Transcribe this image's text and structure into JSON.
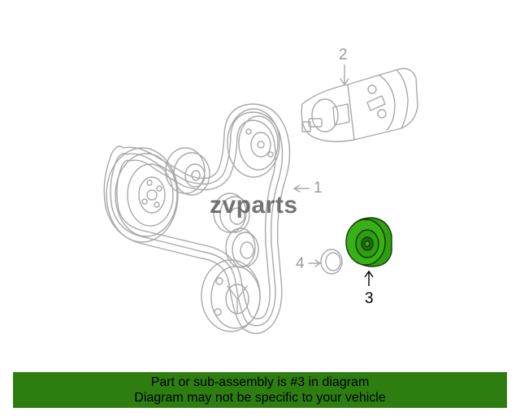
{
  "diagram": {
    "callouts": [
      "1",
      "2",
      "3",
      "4"
    ],
    "highlight_color": "#2e9e12",
    "line_color": "#9a9a9a"
  },
  "watermark": {
    "text": "zvparts"
  },
  "banner": {
    "line1": "Part or sub-assembly is #3 in diagram",
    "line2": "Diagram may not be specific to your vehicle",
    "color": "#2e7d11"
  }
}
